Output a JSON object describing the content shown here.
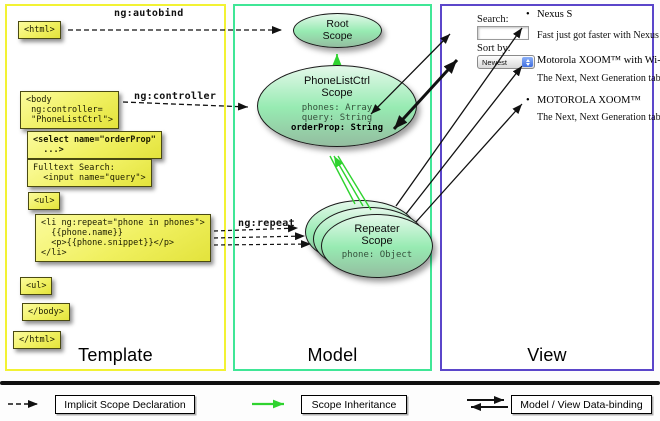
{
  "columns": {
    "template": {
      "label": "Template"
    },
    "model": {
      "label": "Model"
    },
    "view": {
      "label": "View"
    }
  },
  "annotations": {
    "autobind": "ng:autobind",
    "controller": "ng:controller",
    "repeat": "ng:repeat"
  },
  "template_code": {
    "html_open": "<html>",
    "body_open": "<body\n ng:controller=\n \"PhoneListCtrl\">",
    "select": "<select name=\"orderProp\"\n  ...>",
    "fulltext": "Fulltext Search:\n  <input name=\"query\">",
    "ul_open": "<ul>",
    "li_repeat": "<li ng:repeat=\"phone in phones\">\n  {{phone.name}}\n  <p>{{phone.snippet}}</p>\n</li>",
    "ul_close": "<ul>",
    "body_close": "</body>",
    "html_close": "</html>"
  },
  "scopes": {
    "root": {
      "title": "Root\nScope"
    },
    "phonelist": {
      "title": "PhoneListCtrl\nScope",
      "prop_phones": "phones: Array",
      "prop_query": "query: String",
      "prop_orderprop": "orderProp: String"
    },
    "repeater": {
      "title": "Repeater\nScope",
      "prop_phone": "phone: Object"
    }
  },
  "view": {
    "bullet": "•",
    "search_label": "Search:",
    "sort_label": "Sort by:",
    "sort_value": "Newest",
    "items": [
      {
        "title": "Nexus S",
        "desc": "Fast just got faster with Nexus S."
      },
      {
        "title": "Motorola XOOM™ with Wi-Fi",
        "desc": "The Next, Next Generation tablet."
      },
      {
        "title": "MOTOROLA XOOM™",
        "desc": "The Next, Next Generation tablet."
      }
    ]
  },
  "legend": {
    "implicit": "Implicit Scope Declaration",
    "inheritance": "Scope Inheritance",
    "databinding": "Model / View Data-binding"
  },
  "colors": {
    "template_border": "#f2f233",
    "model_border": "#3fe696",
    "view_border": "#5b46ca",
    "scope_fill": "#97ebb2",
    "box_yellow": "#f0f060",
    "inheritance_green": "#2fd32f"
  }
}
